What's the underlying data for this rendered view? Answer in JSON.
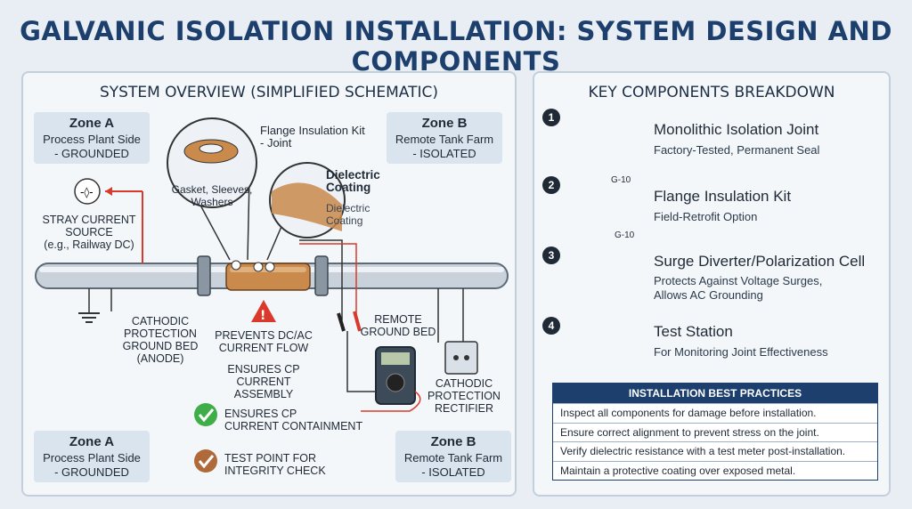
{
  "title": "GALVANIC ISOLATION INSTALLATION: SYSTEM DESIGN AND COMPONENTS",
  "left": {
    "title": "SYSTEM OVERVIEW (SIMPLIFIED SCHEMATIC)",
    "zone_a_top": {
      "name": "Zone A",
      "line1": "Process Plant Side",
      "line2": "- GROUNDED"
    },
    "zone_b_top": {
      "name": "Zone B",
      "line1": "Remote Tank Farm",
      "line2": "- ISOLATED"
    },
    "zone_a_bottom": {
      "name": "Zone A",
      "line1": "Process Plant Side",
      "line2": "- GROUNDED"
    },
    "zone_b_bottom": {
      "name": "Zone B",
      "line1": "Remote Tank Farm",
      "line2": "- ISOLATED"
    },
    "flange_kit": {
      "line1": "Flange Insulation Kit",
      "line2": "- Joint"
    },
    "gasket": {
      "line1": "Gasket, Sleeves,",
      "line2": "Washers"
    },
    "dielectric_bold": {
      "line1": "Dielectric",
      "line2": "Coating"
    },
    "dielectric": {
      "line1": "Dielectric",
      "line2": "Coating"
    },
    "stray": {
      "line1": "STRAY CURRENT",
      "line2": "SOURCE",
      "line3": "(e.g., Railway DC)"
    },
    "cp_ground": {
      "line1": "CATHODIC",
      "line2": "PROTECTION",
      "line3": "GROUND BED",
      "line4": "(ANODE)"
    },
    "prevents": {
      "line1": "PREVENTS DC/AC",
      "line2": "CURRENT FLOW"
    },
    "ensures_cp": {
      "line1": "ENSURES CP CURRENT",
      "line2": "ASSEMBLY"
    },
    "remote_ground": {
      "line1": "REMOTE",
      "line2": "GROUND BED"
    },
    "rectifier": {
      "line1": "CATHODIC",
      "line2": "PROTECTION",
      "line3": "RECTIFIER"
    },
    "check1": {
      "line1": "ENSURES CP",
      "line2": "CURRENT CONTAINMENT"
    },
    "check2": {
      "line1": "TEST POINT FOR",
      "line2": "INTEGRITY CHECK"
    }
  },
  "right": {
    "title": "KEY COMPONENTS BREAKDOWN",
    "components": [
      {
        "num": "1",
        "title": "Monolithic Isolation Joint",
        "sub1": "Factory-Tested, Permanent Seal",
        "sub2": ""
      },
      {
        "num": "2",
        "title": "Flange Insulation Kit",
        "sub1": "Field-Retrofit Option",
        "sub2": ""
      },
      {
        "num": "3",
        "title": "Surge Diverter/Polarization Cell",
        "sub1": "Protects Against Voltage Surges,",
        "sub2": "Allows AC Grounding"
      },
      {
        "num": "4",
        "title": "Test Station",
        "sub1": "For Monitoring Joint Effectiveness",
        "sub2": ""
      }
    ],
    "g10_top": "G-10",
    "g10_bottom": "G-10",
    "best_practices": {
      "title": "INSTALLATION BEST PRACTICES",
      "items": [
        "Inspect all components for damage before installation.",
        "Ensure correct alignment to prevent stress on the joint.",
        "Verify dielectric resistance with a test meter post-installation.",
        "Maintain a protective coating over exposed metal."
      ]
    }
  },
  "colors": {
    "title": "#1d3f6e",
    "pipe": "#c9d2db",
    "insulator": "#c98a4c",
    "alert": "#d93a2b",
    "check_green": "#3fae49",
    "check_brown": "#b06a3a"
  },
  "icons": [
    "stray-current-icon",
    "ground-icon",
    "warning-icon",
    "multimeter-icon",
    "rectifier-icon",
    "check-icon",
    "isolation-joint-icon",
    "flange-kit-icon",
    "surge-diverter-icon",
    "test-station-icon"
  ]
}
